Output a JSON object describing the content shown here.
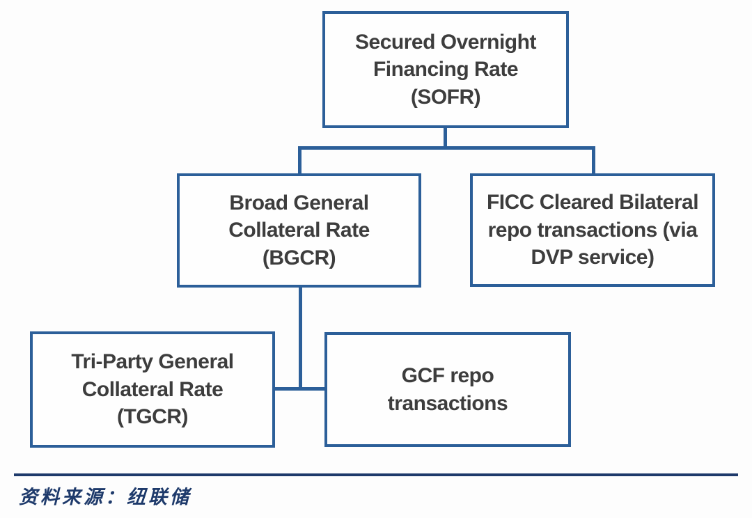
{
  "diagram": {
    "type": "org-chart",
    "topic": "SOFR reference rate composition",
    "nodes": [
      {
        "id": "sofr",
        "label": "Secured Overnight\nFinancing Rate\n(SOFR)"
      },
      {
        "id": "bgcr",
        "label": "Broad General\nCollateral Rate\n(BGCR)"
      },
      {
        "id": "ficc",
        "label": "FICC Cleared Bilateral\nrepo transactions (via\nDVP service)"
      },
      {
        "id": "tgcr",
        "label": "Tri-Party General\nCollateral Rate\n(TGCR)"
      },
      {
        "id": "gcf",
        "label": "GCF repo\ntransactions"
      }
    ],
    "edges": [
      {
        "from": "sofr",
        "to": "bgcr"
      },
      {
        "from": "sofr",
        "to": "ficc"
      },
      {
        "from": "bgcr",
        "to": "tgcr"
      },
      {
        "from": "bgcr",
        "to": "gcf"
      }
    ],
    "colors": {
      "box_border": "#2c5f99",
      "connector": "#2c5f99",
      "box_text": "#3d3d3d",
      "rule": "#1e3a6b",
      "source_text": "#1e3a6b"
    }
  },
  "footer": {
    "source_note": "资料来源：纽联储"
  }
}
